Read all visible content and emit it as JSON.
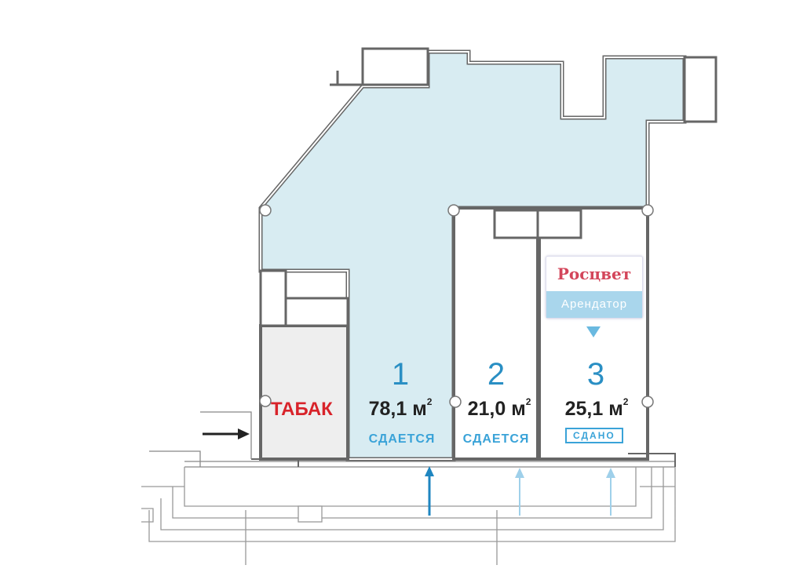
{
  "units": [
    {
      "number": "1",
      "area": "78,1 м",
      "unit_sup": "2",
      "status": "СДАЕТСЯ"
    },
    {
      "number": "2",
      "area": "21,0 м",
      "unit_sup": "2",
      "status": "СДАЕТСЯ"
    },
    {
      "number": "3",
      "area": "25,1 м",
      "unit_sup": "2",
      "status": "СДАНО"
    }
  ],
  "neighbor": {
    "label": "ТАБАК"
  },
  "tenant": {
    "logo": "Росцвет",
    "label": "Арендатор"
  },
  "colors": {
    "available": "#d8ecf2",
    "occupied_neighbor": "#eeeeee",
    "accent": "#2a8fc4",
    "tabak": "#d8232a"
  }
}
